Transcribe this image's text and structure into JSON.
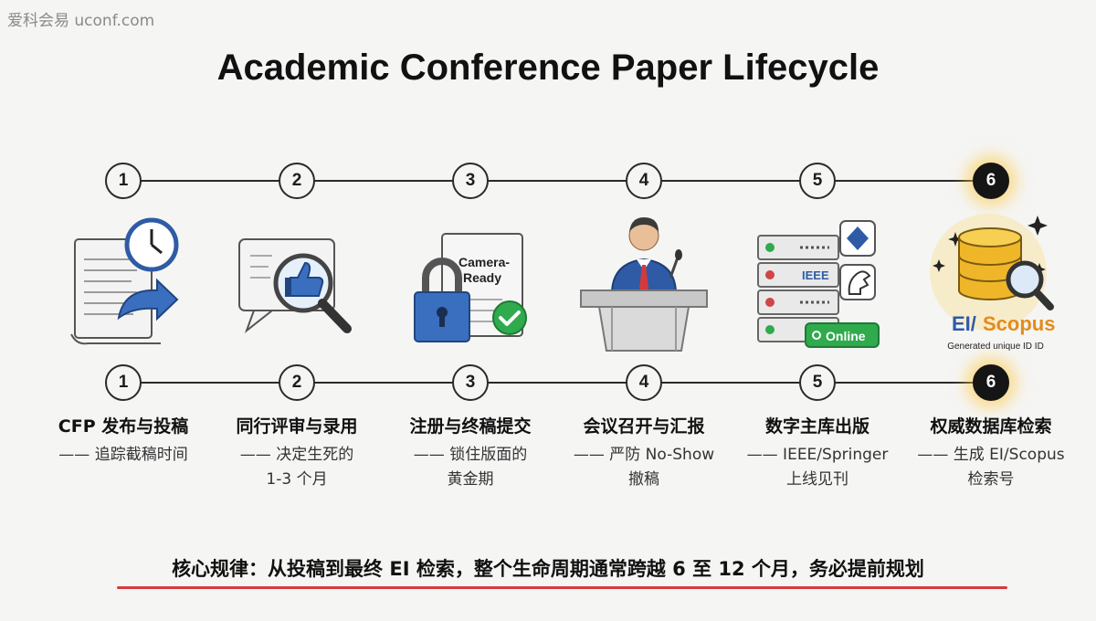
{
  "watermark": "爱科会易 uconf.com",
  "title": "Academic Conference Paper Lifecycle",
  "step_numbers": [
    "1",
    "2",
    "3",
    "4",
    "5",
    "6"
  ],
  "steps": [
    {
      "title": "CFP 发布与投稿",
      "desc": [
        "—— 追踪截稿时间"
      ]
    },
    {
      "title": "同行评审与录用",
      "desc": [
        "—— 决定生死的",
        "1-3 个月"
      ]
    },
    {
      "title": "注册与终稿提交",
      "desc": [
        "—— 锁住版面的",
        "黄金期"
      ]
    },
    {
      "title": "会议召开与汇报",
      "desc": [
        "—— 严防 No-Show",
        "撤稿"
      ]
    },
    {
      "title": "数字主库出版",
      "desc": [
        "—— IEEE/Springer",
        "上线见刊"
      ]
    },
    {
      "title": "权威数据库检索",
      "desc": [
        "—— 生成 EI/Scopus",
        "检索号"
      ]
    }
  ],
  "icon_labels": {
    "camera_ready": [
      "Camera-",
      "Ready"
    ],
    "ieee": "IEEE",
    "online": "Online",
    "ei": "EI/",
    "scopus": "Scopus",
    "generated_id": "Generated unique ID ID"
  },
  "colors": {
    "accent_blue": "#3a6fc0",
    "check_green": "#2faa4d",
    "gold": "#f0b62a",
    "underline_red": "#d63b3b"
  },
  "footer": "核心规律：从投稿到最终 EI 检索，整个生命周期通常跨越 6 至 12 个月，务必提前规划"
}
